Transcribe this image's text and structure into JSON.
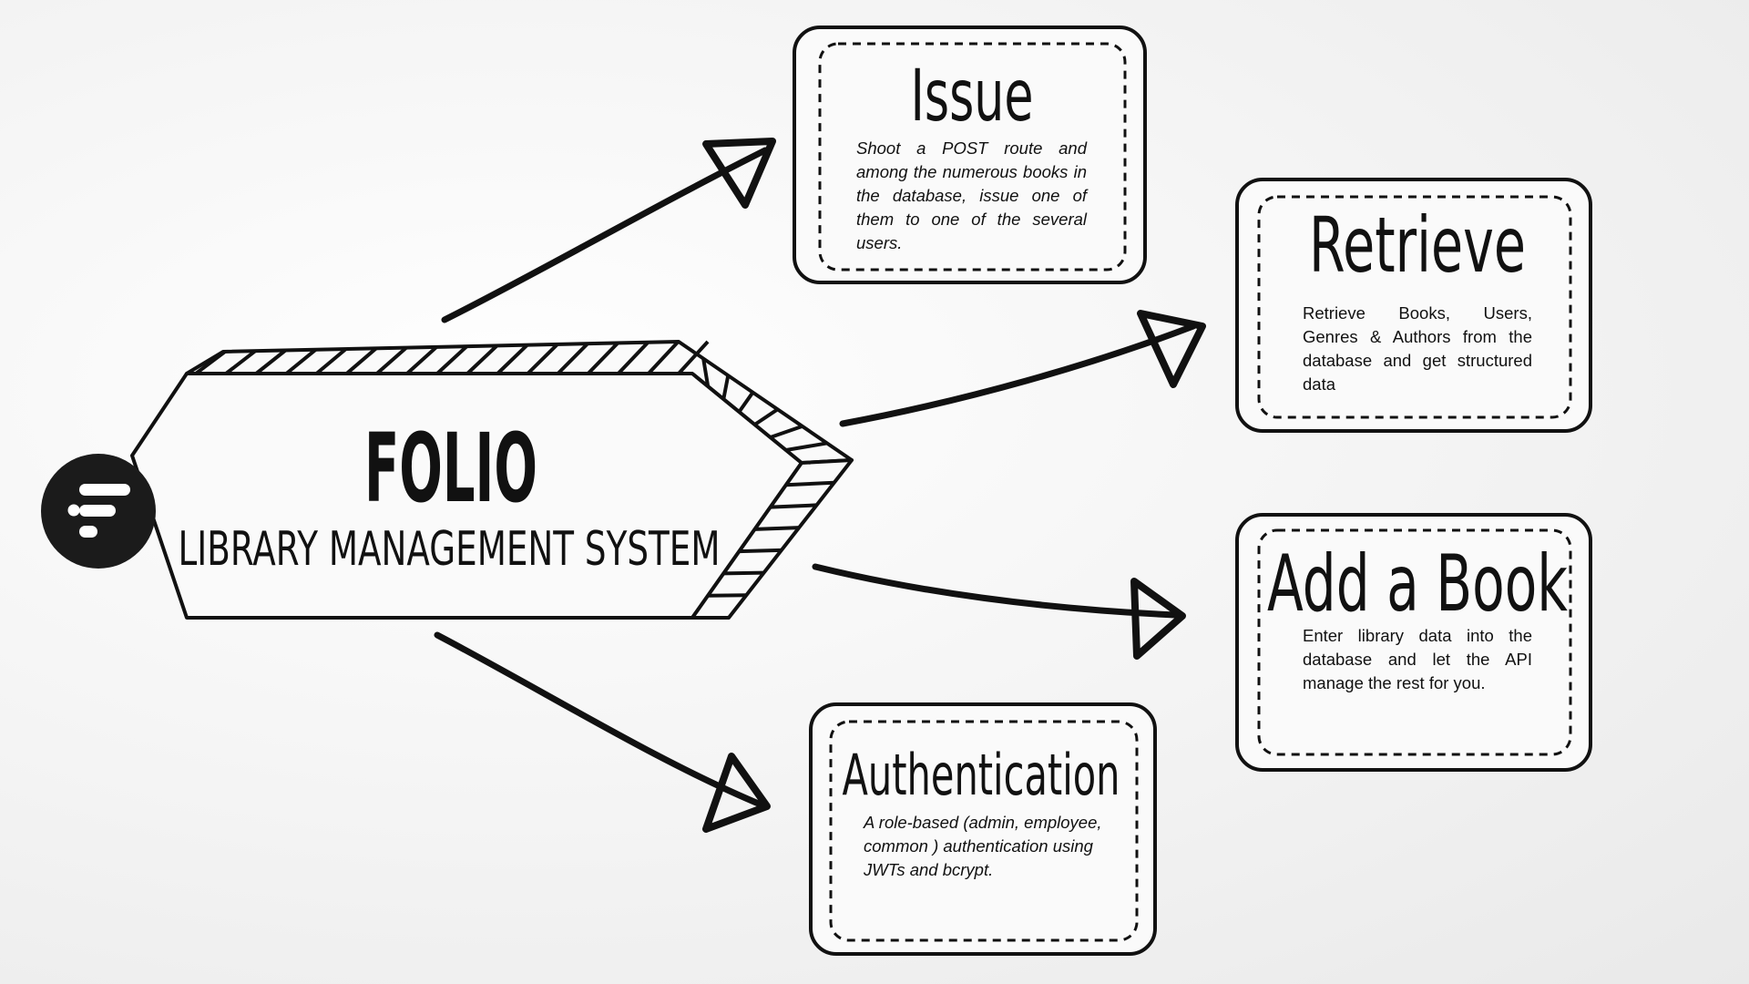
{
  "central": {
    "title": "FOLIO",
    "subtitle": "LIBRARY MANAGEMENT SYSTEM"
  },
  "logo": {
    "icon": "folio-logo-icon",
    "color": "#1b1b1b"
  },
  "cards": {
    "issue": {
      "title": "Issue",
      "text": "Shoot a POST route and among the numerous books in the database, issue one of them to one of the several users."
    },
    "retrieve": {
      "title": "Retrieve",
      "text": "Retrieve Books, Users, Genres & Authors from the database and get structured data"
    },
    "add_book": {
      "title": "Add a Book",
      "text": "Enter library data into the database and let the API manage the rest for you."
    },
    "authentication": {
      "title": "Authentication",
      "text": "A role-based (admin, employee, common ) authentication using JWTs and bcrypt."
    }
  },
  "colors": {
    "ink": "#111111",
    "paper": "#f3f3f3"
  }
}
